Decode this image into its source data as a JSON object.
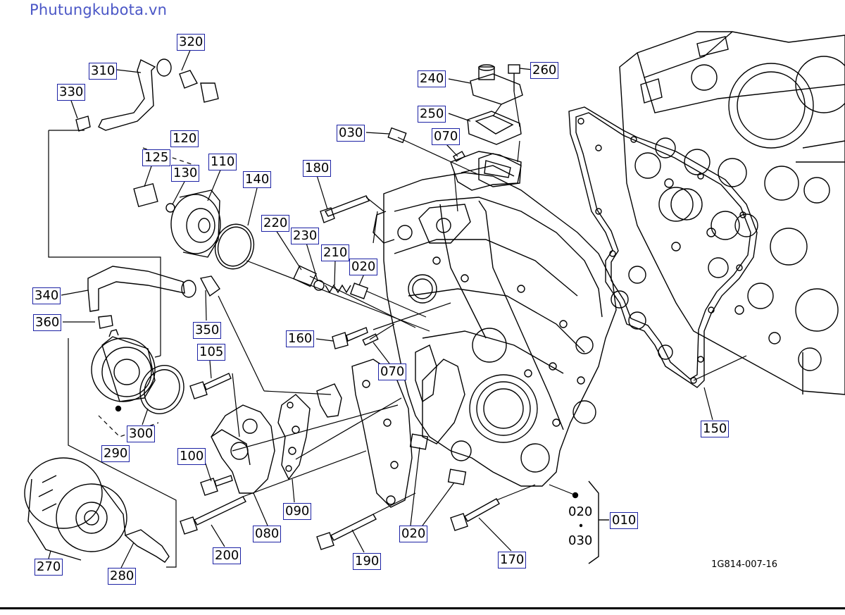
{
  "watermark": "Phutungkubota.vn",
  "drawing_ref": "1G814-007-16",
  "callouts": {
    "p320": "320",
    "p310": "310",
    "p330": "330",
    "p120": "120",
    "p125": "125",
    "p130": "130",
    "p110": "110",
    "p140": "140",
    "p340": "340",
    "p360": "360",
    "p350": "350",
    "p105": "105",
    "p300": "300",
    "p290": "290",
    "p100": "100",
    "p200": "200",
    "p080": "080",
    "p090": "090",
    "p270": "270",
    "p280": "280",
    "p240": "240",
    "p260": "260",
    "p250": "250",
    "p030": "030",
    "p070a": "070",
    "p180": "180",
    "p220": "220",
    "p230": "230",
    "p210": "210",
    "p020a": "020",
    "p160": "160",
    "p070b": "070",
    "p190": "190",
    "p020b": "020",
    "p170": "170",
    "p150": "150",
    "p010": "010",
    "p020c": "020",
    "p030b": "030"
  }
}
